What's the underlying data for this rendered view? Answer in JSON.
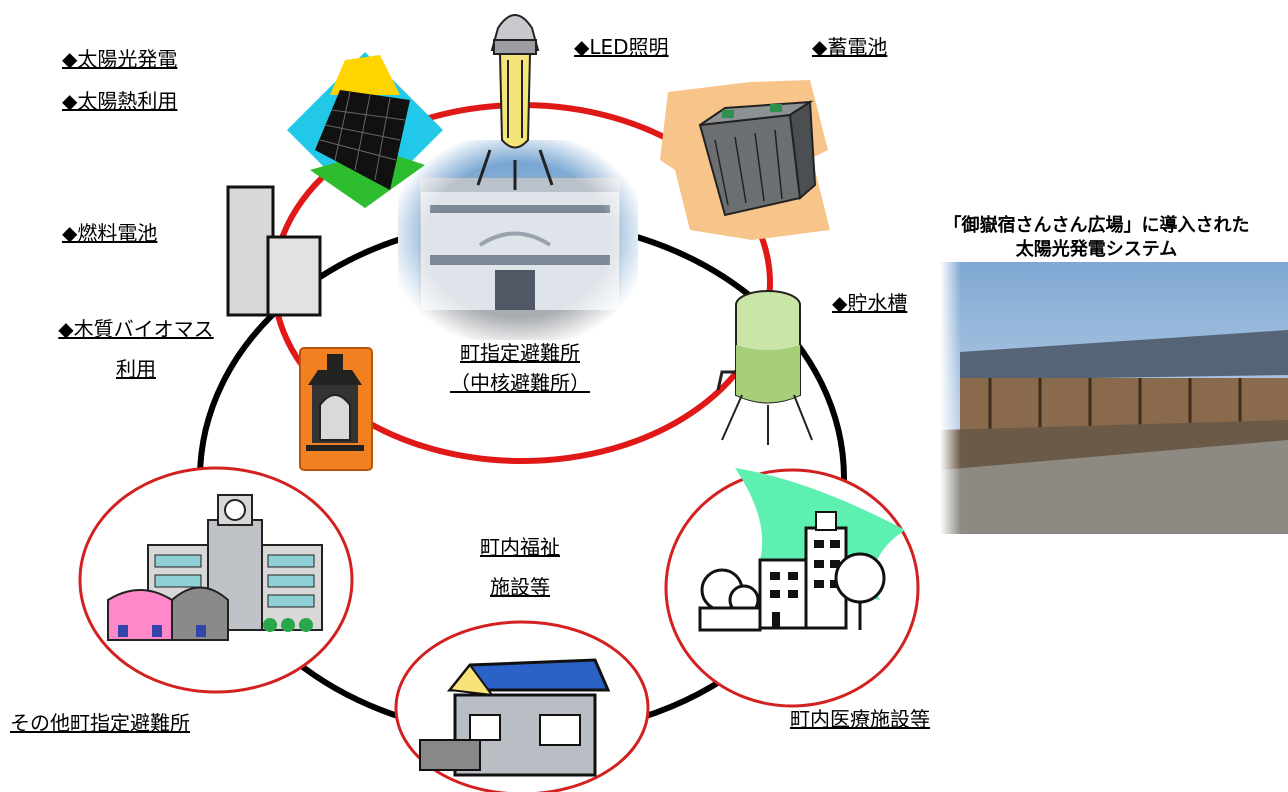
{
  "labels": {
    "solar_power": "◆太陽光発電",
    "solar_heat": "◆太陽熱利用",
    "led": "◆LED照明",
    "battery": "◆蓄電池",
    "fuel_cell": "◆燃料電池",
    "biomass_1": "◆木質バイオマス",
    "biomass_2": "利用",
    "water_tank": "◆貯水槽",
    "central_1": "町指定避難所",
    "central_2": "（中核避難所）",
    "welfare_1": "町内福祉",
    "welfare_2": "施設等",
    "other_shelters": "その他町指定避難所",
    "medical": "町内医療施設等"
  },
  "photo": {
    "caption_1": "「御嶽宿さんさん広場」に導入された",
    "caption_2": "太陽光発電システム"
  },
  "colors": {
    "red_ring": "#e01818",
    "black_ring": "#000000",
    "green_swoosh": "#5ef0b0",
    "solar_yellow": "#ffd400",
    "solar_cyan": "#22c8e8",
    "solar_green": "#2ebd2e",
    "battery_bg": "#f7c48a"
  },
  "icons": [
    "solar-panel-icon",
    "led-bulb-icon",
    "battery-icon",
    "fuel-cell-icon",
    "wood-stove-icon",
    "water-tank-icon",
    "school-building-icon",
    "house-icon",
    "hospital-icon"
  ]
}
